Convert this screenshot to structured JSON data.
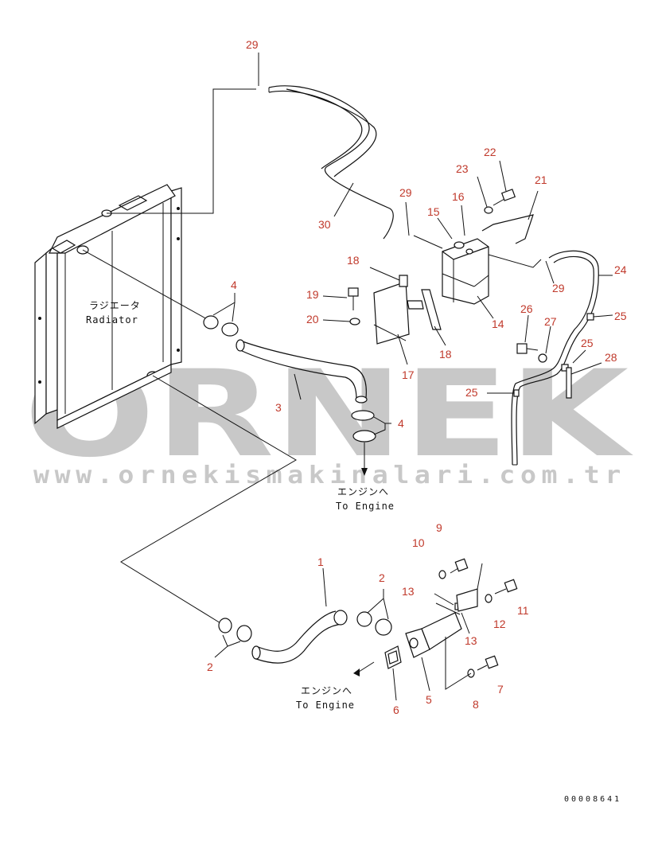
{
  "watermark": {
    "brand": "ÖRNEK",
    "url": "www.ornekismakinalari.com.tr",
    "accent_color": "#e8c55a"
  },
  "notes": {
    "radiator_jp": "ラジエータ",
    "radiator_en": "Radiator",
    "to_engine_jp_1": "エンジンへ",
    "to_engine_en_1": "To Engine",
    "to_engine_jp_2": "エンジンへ",
    "to_engine_en_2": "To Engine"
  },
  "doc_number": "00008641",
  "callouts": {
    "c1": "1",
    "c2a": "2",
    "c2b": "2",
    "c3": "3",
    "c4a": "4",
    "c4b": "4",
    "c5": "5",
    "c6": "6",
    "c7": "7",
    "c8": "8",
    "c9": "9",
    "c10": "10",
    "c11": "11",
    "c12": "12",
    "c13a": "13",
    "c13b": "13",
    "c14": "14",
    "c15": "15",
    "c16": "16",
    "c17": "17",
    "c18a": "18",
    "c18b": "18",
    "c19": "19",
    "c20": "20",
    "c21": "21",
    "c22": "22",
    "c23": "23",
    "c24": "24",
    "c25a": "25",
    "c25b": "25",
    "c25c": "25",
    "c26": "26",
    "c27": "27",
    "c28": "28",
    "c29a": "29",
    "c29b": "29",
    "c29c": "29",
    "c30": "30"
  },
  "colors": {
    "callout": "#c0392b",
    "line": "#111111",
    "watermark": "#c8c8c8"
  }
}
